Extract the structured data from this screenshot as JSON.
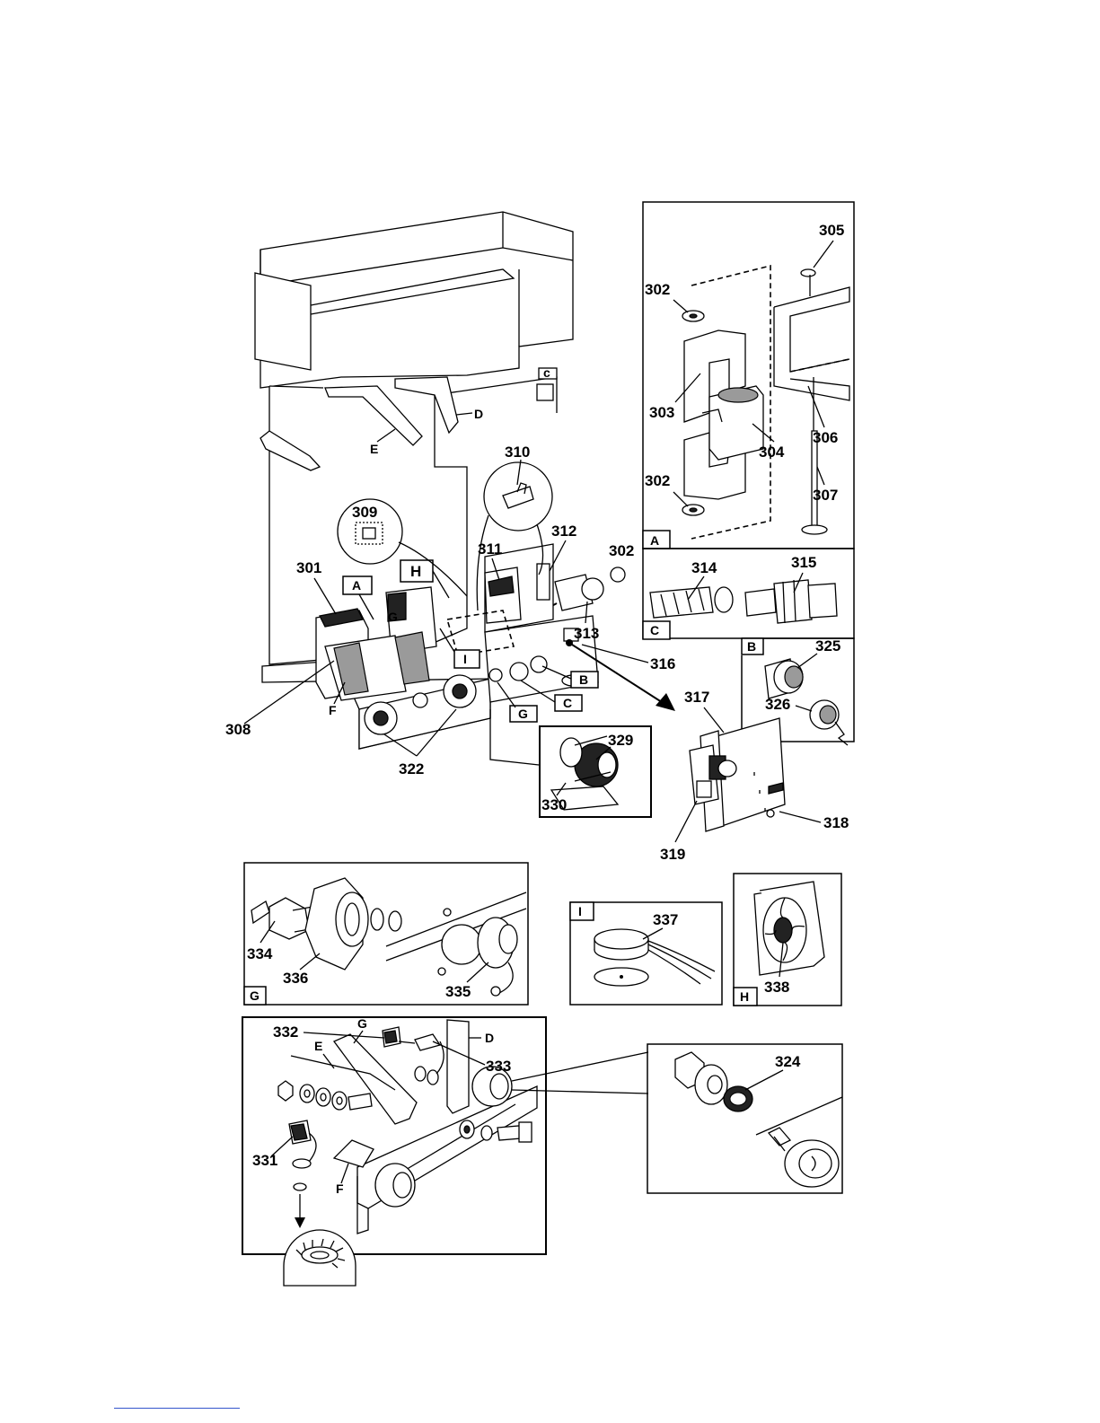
{
  "callouts": {
    "c301": "301",
    "c302a": "302",
    "c302b": "302",
    "c302c": "302",
    "c303": "303",
    "c304": "304",
    "c305": "305",
    "c306": "306",
    "c307": "307",
    "c308": "308",
    "c309": "309",
    "c310": "310",
    "c311": "311",
    "c312": "312",
    "c313": "313",
    "c314": "314",
    "c315": "315",
    "c316": "316",
    "c317": "317",
    "c318": "318",
    "c319": "319",
    "c322": "322",
    "c324": "324",
    "c325": "325",
    "c326": "326",
    "c329": "329",
    "c330": "330",
    "c331": "331",
    "c332": "332",
    "c333": "333",
    "c334": "334",
    "c335": "335",
    "c336": "336",
    "c337": "337",
    "c338": "338"
  },
  "letters": {
    "A_main": "A",
    "H_main": "H",
    "G_main": "G",
    "I_main": "I",
    "B_main": "B",
    "C_main": "C",
    "G_tag": "G",
    "F_main": "F",
    "D_main": "D",
    "E_main": "E",
    "c_small": "c",
    "A_inset": "A",
    "C_inset": "C",
    "B_inset": "B",
    "G_inset": "G",
    "I_inset": "I",
    "H_inset": "H",
    "G_lower": "G",
    "E_lower": "E",
    "D_lower": "D",
    "F_lower": "F"
  }
}
